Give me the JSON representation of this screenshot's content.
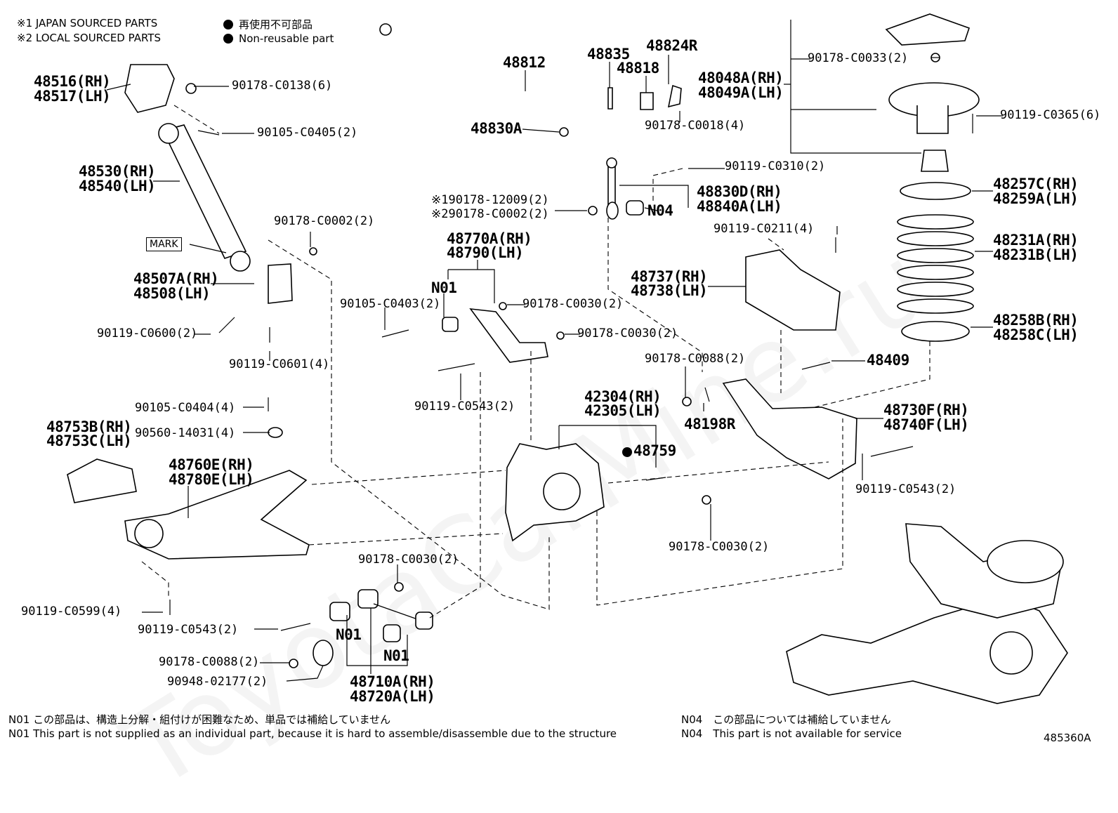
{
  "header": {
    "japan_sourced": "※1 JAPAN SOURCED PARTS",
    "local_sourced": "※2 LOCAL SOURCED PARTS",
    "non_reusable_jp": "再使用不可部品",
    "non_reusable_en": "Non-reusable part"
  },
  "watermark": "ToyotaCarMine.ru",
  "diagram_id": "485360A",
  "mark_label": "MARK",
  "parts": {
    "p48516": "48516(RH)",
    "p48517": "48517(LH)",
    "c0138": "90178-C0138(6)",
    "c0405": "90105-C0405(2)",
    "p48530": "48530(RH)",
    "p48540": "48540(LH)",
    "c0002a": "90178-C0002(2)",
    "p48507": "48507A(RH)",
    "p48508": "48508(LH)",
    "c0600": "90119-C0600(2)",
    "c0601": "90119-C0601(4)",
    "p48812": "48812",
    "p48835": "48835",
    "p48824": "48824R",
    "p48818": "48818",
    "p48830A": "48830A",
    "c0018": "90178-C0018(4)",
    "p48048": "48048A(RH)",
    "p48049": "48049A(LH)",
    "c0033": "90178-C0033(2)",
    "c0365": "90119-C0365(6)",
    "c0310": "90119-C0310(2)",
    "p48830D": "48830D(RH)",
    "p48840": "48840A(LH)",
    "n04": "N04",
    "s12009": "※190178-12009(2)",
    "s0002": "※290178-C0002(2)",
    "p48770": "48770A(RH)",
    "p48790": "48790(LH)",
    "n01a": "N01",
    "c0403": "90105-C0403(2)",
    "c0030a": "90178-C0030(2)",
    "c0030b": "90178-C0030(2)",
    "c0543a": "90119-C0543(2)",
    "c0211": "90119-C0211(4)",
    "p48737": "48737(RH)",
    "p48738": "48738(LH)",
    "p48257": "48257C(RH)",
    "p48259": "48259A(LH)",
    "p48231A": "48231A(RH)",
    "p48231B": "48231B(LH)",
    "p48258B": "48258B(RH)",
    "p48258C": "48258C(LH)",
    "p48409": "48409",
    "c0088a": "90178-C0088(2)",
    "p48198": "48198R",
    "p48730": "48730F(RH)",
    "p48740": "48740F(LH)",
    "p42304": "42304(RH)",
    "p42305": "42305(LH)",
    "p48759": "48759",
    "c0404": "90105-C0404(4)",
    "w14031": "90560-14031(4)",
    "p48753B": "48753B(RH)",
    "p48753C": "48753C(LH)",
    "p48760": "48760E(RH)",
    "p48780": "48780E(LH)",
    "c0543b": "90119-C0543(2)",
    "c0030c": "90178-C0030(2)",
    "c0030d": "90178-C0030(2)",
    "c0599": "90119-C0599(4)",
    "c0543c": "90119-C0543(2)",
    "c0088b": "90178-C0088(2)",
    "w02177": "90948-02177(2)",
    "n01b": "N01",
    "n01c": "N01",
    "p48710": "48710A(RH)",
    "p48720": "48720A(LH)"
  },
  "notes": {
    "n01_jp": "N01 この部品は、構造上分解・組付けが困難なため、単品では補給していません",
    "n01_en": "N01 This part is not supplied as an individual part, because it is hard to assemble/disassemble due to the structure",
    "n04_jp": "N04　この部品については補給していません",
    "n04_en": "N04　This part is not available for service"
  }
}
